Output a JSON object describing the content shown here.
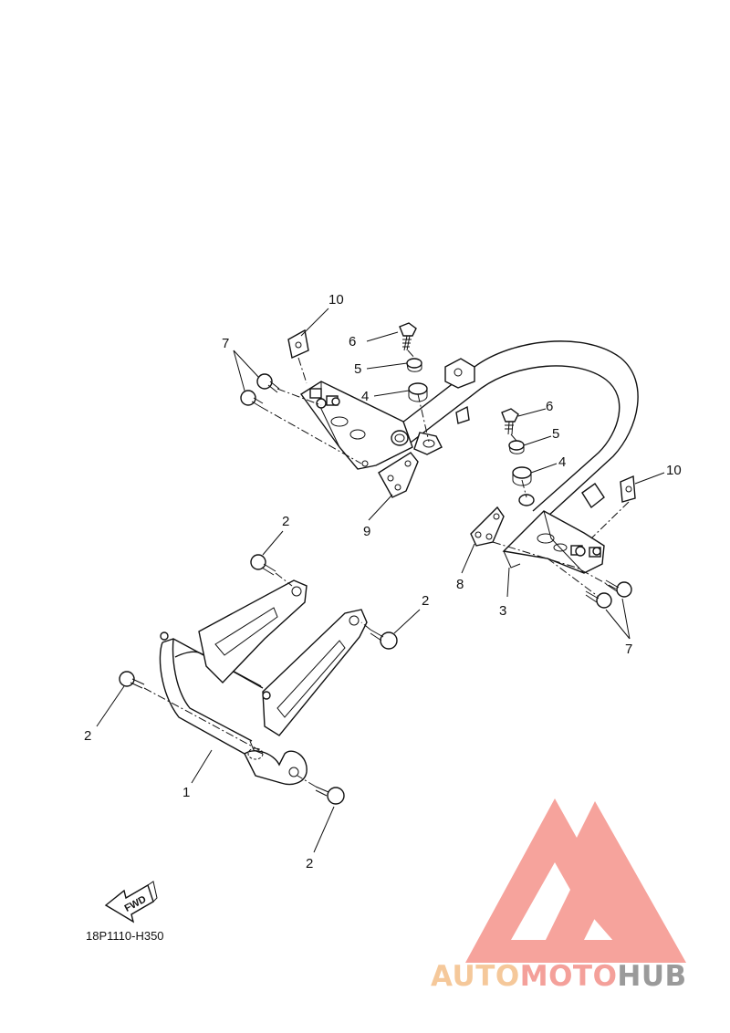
{
  "diagram_code": "18P1110-H350",
  "fwd_label": "FWD",
  "callouts": {
    "c1": "1",
    "c2a": "2",
    "c2b": "2",
    "c2c": "2",
    "c2d": "2",
    "c3": "3",
    "c4a": "4",
    "c4b": "4",
    "c5a": "5",
    "c5b": "5",
    "c6a": "6",
    "c6b": "6",
    "c7a": "7",
    "c7b": "7",
    "c8": "8",
    "c9": "9",
    "c10a": "10",
    "c10b": "10"
  },
  "watermark": {
    "part1": "AUTO",
    "part2": "MOTO",
    "part3": "HUB",
    "colors": {
      "auto": "#f5c89a",
      "moto": "#f4a09a",
      "hub": "#9a9a9a",
      "triangle": "#f6a39c"
    }
  }
}
